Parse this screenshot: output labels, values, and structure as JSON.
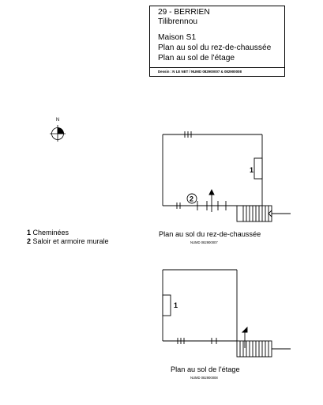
{
  "title_block": {
    "line1": "29 - BERRIEN",
    "line2": "Tilibrennou",
    "line3": "Maison S1",
    "line4": "Plan au sol du rez-de-chaussée",
    "line5": "Plan au sol de l'étage",
    "credit": "Dessin : N LE NET / NUMD 082900007 & 082900008"
  },
  "north_label": "N",
  "legend": [
    {
      "num": "1",
      "text": "Cheminées"
    },
    {
      "num": "2",
      "text": "Saloir et armoire murale"
    }
  ],
  "plans": [
    {
      "caption": "Plan au sol du rez-de-chaussée",
      "ref": "NUMD 082900007",
      "markers": [
        "1",
        "2"
      ]
    },
    {
      "caption": "Plan au sol de l'étage",
      "ref": "NUMD 082900008",
      "markers": [
        "1"
      ]
    }
  ]
}
